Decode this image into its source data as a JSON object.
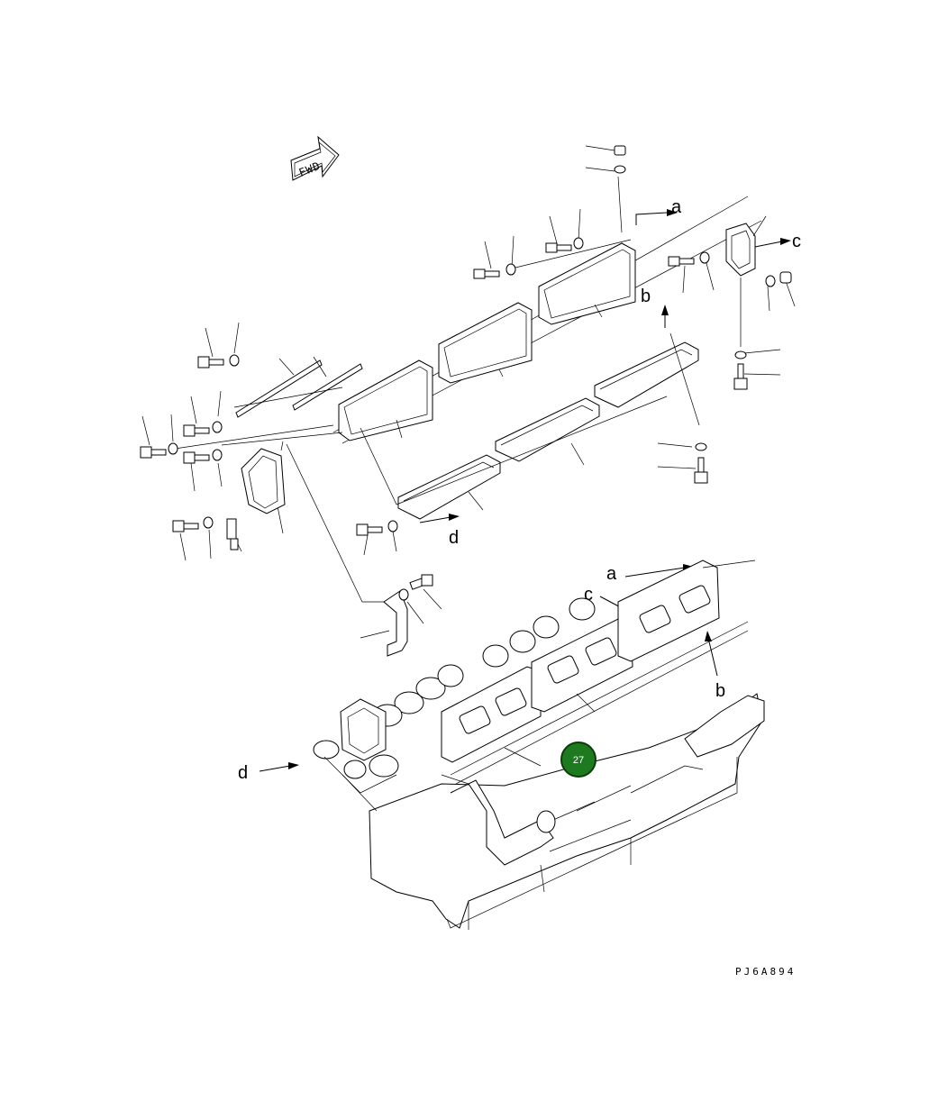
{
  "diagram": {
    "fwd_label": "FWD",
    "labels": {
      "a": "a",
      "b": "b",
      "c": "c",
      "d": "d"
    },
    "drawing_code": "PJ6A894",
    "callout": {
      "number": "27",
      "color": "#1e7a1e",
      "ring": "#0b3d0b"
    }
  }
}
